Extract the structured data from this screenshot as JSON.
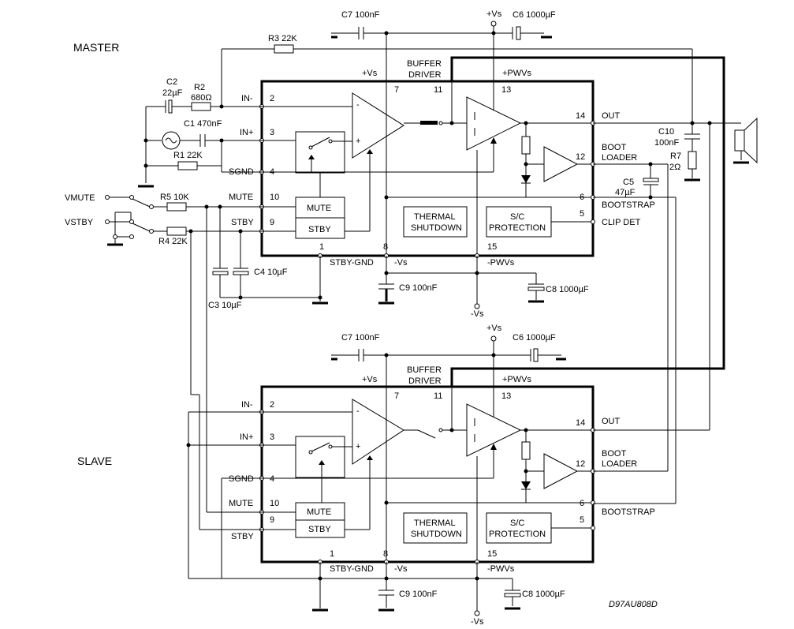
{
  "master": {
    "section_label": "MASTER",
    "top_caps": {
      "c7": "C7 100nF",
      "vs": "+Vs",
      "c6": "C6 1000µF"
    },
    "r3": "R3 22K",
    "pins_left": [
      {
        "name": "IN-",
        "num": "2"
      },
      {
        "name": "IN+",
        "num": "3"
      },
      {
        "name": "SGND",
        "num": "4"
      },
      {
        "name": "MUTE",
        "num": "10"
      },
      {
        "name": "STBY",
        "num": "9"
      }
    ],
    "pins_top": [
      {
        "name": "+Vs",
        "num": "7"
      },
      {
        "name": "BUFFER DRIVER",
        "num": "11"
      },
      {
        "name": "+PWVs",
        "num": "13"
      }
    ],
    "pins_bottom": [
      {
        "name": "STBY-GND",
        "num": "1"
      },
      {
        "name": "-Vs",
        "num": "8"
      },
      {
        "name": "-PWVs",
        "num": "15"
      }
    ],
    "pins_right": [
      {
        "name": "OUT",
        "num": "14"
      },
      {
        "name": "BOOT LOADER",
        "num": "12"
      },
      {
        "name": "BOOTSTRAP",
        "num": "6"
      },
      {
        "name": "CLIP DET",
        "num": "5"
      }
    ],
    "blocks": {
      "mute": "MUTE",
      "stby": "STBY",
      "thermal": "THERMAL SHUTDOWN",
      "sc": "S/C PROTECTION"
    },
    "inputs": {
      "c2": "C2",
      "c2v": "22µF",
      "r2": "R2",
      "r2v": "680Ω",
      "c1": "C1 470nF",
      "r1": "R1 22K",
      "vmute": "VMUTE",
      "vstby": "VSTBY",
      "r5": "R5 10K",
      "r4": "R4 22K",
      "c3": "C3 10µF",
      "c4": "C4 10µF"
    },
    "bottom_caps": {
      "c9": "C9 100nF",
      "c8": "C8 1000µF",
      "nvs": "-Vs"
    },
    "output": {
      "c10": "C10",
      "c10v": "100nF",
      "r7": "R7",
      "r7v": "2Ω",
      "c5": "C5",
      "c5v": "47µF"
    }
  },
  "slave": {
    "section_label": "SLAVE",
    "top_caps": {
      "c7": "C7 100nF",
      "vs": "+Vs",
      "c6": "C6 1000µF"
    },
    "pins_left": [
      {
        "name": "IN-",
        "num": "2"
      },
      {
        "name": "IN+",
        "num": "3"
      },
      {
        "name": "SGND",
        "num": "4"
      },
      {
        "name": "MUTE",
        "num": "10"
      },
      {
        "name": "STBY",
        "num": "9"
      }
    ],
    "pins_top": [
      {
        "name": "+Vs",
        "num": "7"
      },
      {
        "name": "BUFFER DRIVER",
        "num": "11"
      },
      {
        "name": "+PWVs",
        "num": "13"
      }
    ],
    "pins_bottom": [
      {
        "name": "STBY-GND",
        "num": "1"
      },
      {
        "name": "-Vs",
        "num": "8"
      },
      {
        "name": "-PWVs",
        "num": "15"
      }
    ],
    "pins_right": [
      {
        "name": "OUT",
        "num": "14"
      },
      {
        "name": "BOOT LOADER",
        "num": "12"
      },
      {
        "name": "BOOTSTRAP",
        "num": "6"
      },
      {
        "name": "",
        "num": "5"
      }
    ],
    "blocks": {
      "mute": "MUTE",
      "stby": "STBY",
      "thermal": "THERMAL SHUTDOWN",
      "sc": "S/C PROTECTION"
    },
    "bottom_caps": {
      "c9": "C9 100nF",
      "c8": "C8 1000µF",
      "nvs": "-Vs"
    }
  },
  "drawing_code": "D97AU808D"
}
